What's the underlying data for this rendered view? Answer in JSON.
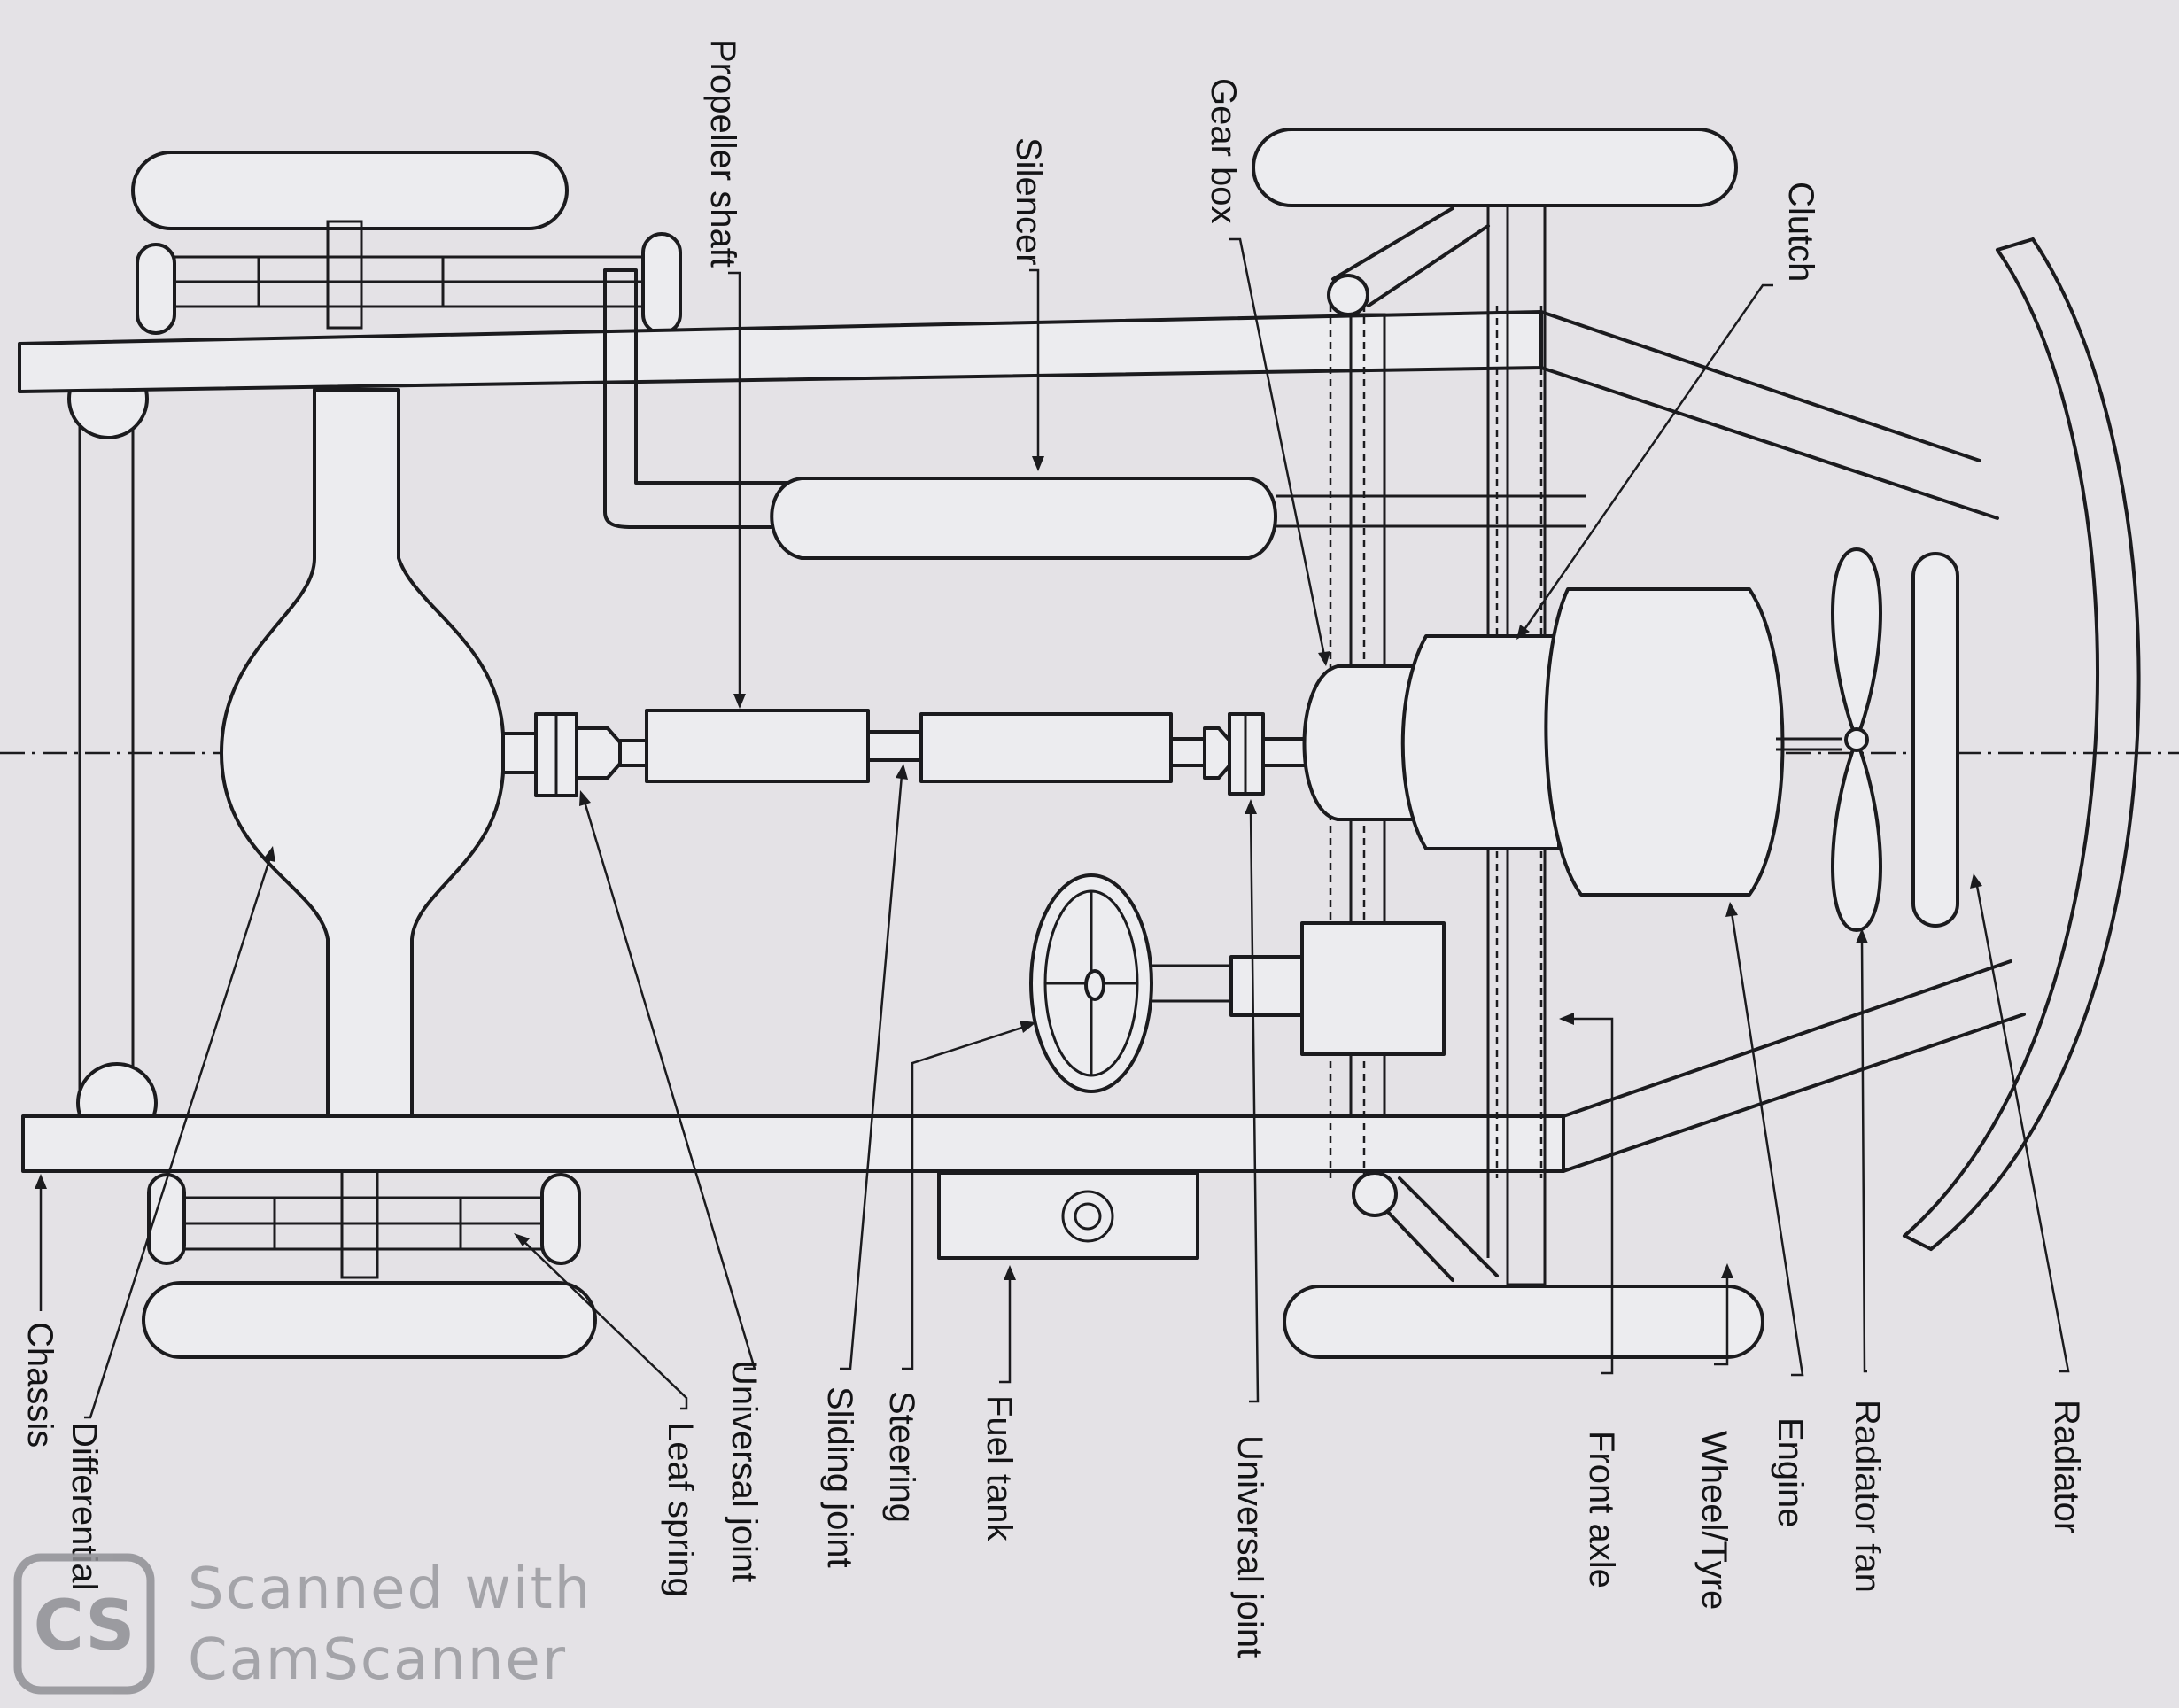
{
  "labels": {
    "propeller_shaft": "Propeller shaft",
    "silencer": "Silencer",
    "gear_box": "Gear box",
    "clutch": "Clutch",
    "radiator": "Radiator",
    "radiator_fan": "Radiator fan",
    "engine": "Engine",
    "wheel_tyre": "Wheel/Tyre",
    "front_axle": "Front axle",
    "universal_joint_front": "Universal joint",
    "fuel_tank": "Fuel tank",
    "steering": "Steering",
    "sliding_joint": "Sliding joint",
    "universal_joint_rear": "Universal joint",
    "leaf_spring": "Leaf spring",
    "differential": "Differential",
    "chassis": "Chassis"
  },
  "watermark": {
    "logo": "CS",
    "line1": "Scanned  with",
    "line2": "CamScanner"
  }
}
